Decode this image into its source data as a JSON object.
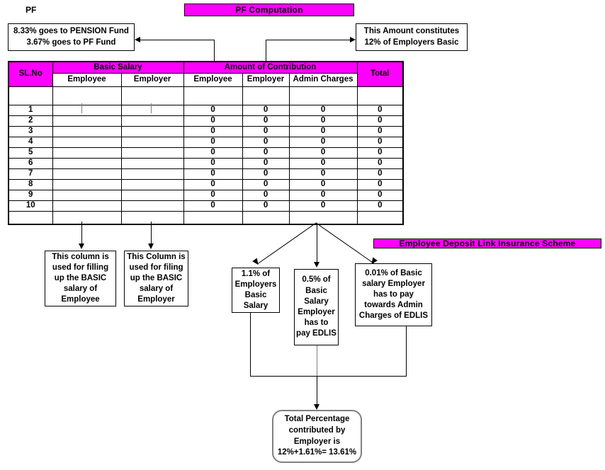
{
  "page": {
    "label_pf": "PF",
    "title_banner": "PF Computation",
    "edlis_banner": "Employee Deposit Link Insurance Scheme",
    "accent_color": "#FF00FF",
    "line_color": "#000000",
    "leader_color": "#7F7F7F"
  },
  "callouts": {
    "pension_split": {
      "line1": "8.33% goes to PENSION Fund",
      "line2": "3.67% goes to PF Fund"
    },
    "employer_basic": {
      "line1": "This Amount constitutes",
      "line2": "12% of Employers Basic"
    },
    "employee_column": {
      "line1": "This column is",
      "line2": "used for filling",
      "line3": "up the BASIC",
      "line4": "salary of",
      "line5": "Employee"
    },
    "employer_column": {
      "line1": "This Column is",
      "line2": "used for filing",
      "line3": "up the BASIC",
      "line4": "salary of",
      "line5": "Employer"
    },
    "edlis_one": {
      "line1": "1.1% of",
      "line2": "Employers",
      "line3": "Basic",
      "line4": "Salary"
    },
    "edlis_two": {
      "line1": "0.5% of",
      "line2": "Basic",
      "line3": "Salary",
      "line4": "Employer",
      "line5": "has to",
      "line6": "pay EDLIS"
    },
    "edlis_three": {
      "line1": "0.01% of Basic",
      "line2": "salary Employer",
      "line3": "has to pay",
      "line4": "towards Admin",
      "line5": "Charges of EDLIS"
    },
    "total_percentage": {
      "line1": "Total Percentage",
      "line2": "contributed by",
      "line3": "Employer is",
      "line4": "12%+1.61%= 13.61%"
    }
  },
  "table": {
    "group_headers": {
      "sl_no": "SL.No",
      "basic_salary": "Basic Salary",
      "amount_of_contribution": "Amount of Contribution",
      "total": "Total"
    },
    "sub_headers": {
      "basic_employee": "Employee",
      "basic_employer": "Employer",
      "contrib_employee": "Employee",
      "contrib_employer": "Employer",
      "contrib_admin": "Admin Charges"
    },
    "rows": [
      {
        "sl": "1",
        "basic_employee": "",
        "basic_employer": "",
        "contrib_employee": "0",
        "contrib_employer": "0",
        "contrib_admin": "0",
        "total": "0"
      },
      {
        "sl": "2",
        "basic_employee": "",
        "basic_employer": "",
        "contrib_employee": "0",
        "contrib_employer": "0",
        "contrib_admin": "0",
        "total": "0"
      },
      {
        "sl": "3",
        "basic_employee": "",
        "basic_employer": "",
        "contrib_employee": "0",
        "contrib_employer": "0",
        "contrib_admin": "0",
        "total": "0"
      },
      {
        "sl": "4",
        "basic_employee": "",
        "basic_employer": "",
        "contrib_employee": "0",
        "contrib_employer": "0",
        "contrib_admin": "0",
        "total": "0"
      },
      {
        "sl": "5",
        "basic_employee": "",
        "basic_employer": "",
        "contrib_employee": "0",
        "contrib_employer": "0",
        "contrib_admin": "0",
        "total": "0"
      },
      {
        "sl": "6",
        "basic_employee": "",
        "basic_employer": "",
        "contrib_employee": "0",
        "contrib_employer": "0",
        "contrib_admin": "0",
        "total": "0"
      },
      {
        "sl": "7",
        "basic_employee": "",
        "basic_employer": "",
        "contrib_employee": "0",
        "contrib_employer": "0",
        "contrib_admin": "0",
        "total": "0"
      },
      {
        "sl": "8",
        "basic_employee": "",
        "basic_employer": "",
        "contrib_employee": "0",
        "contrib_employer": "0",
        "contrib_admin": "0",
        "total": "0"
      },
      {
        "sl": "9",
        "basic_employee": "",
        "basic_employer": "",
        "contrib_employee": "0",
        "contrib_employer": "0",
        "contrib_admin": "0",
        "total": "0"
      },
      {
        "sl": "10",
        "basic_employee": "",
        "basic_employer": "",
        "contrib_employee": "0",
        "contrib_employer": "0",
        "contrib_admin": "0",
        "total": "0"
      }
    ]
  }
}
